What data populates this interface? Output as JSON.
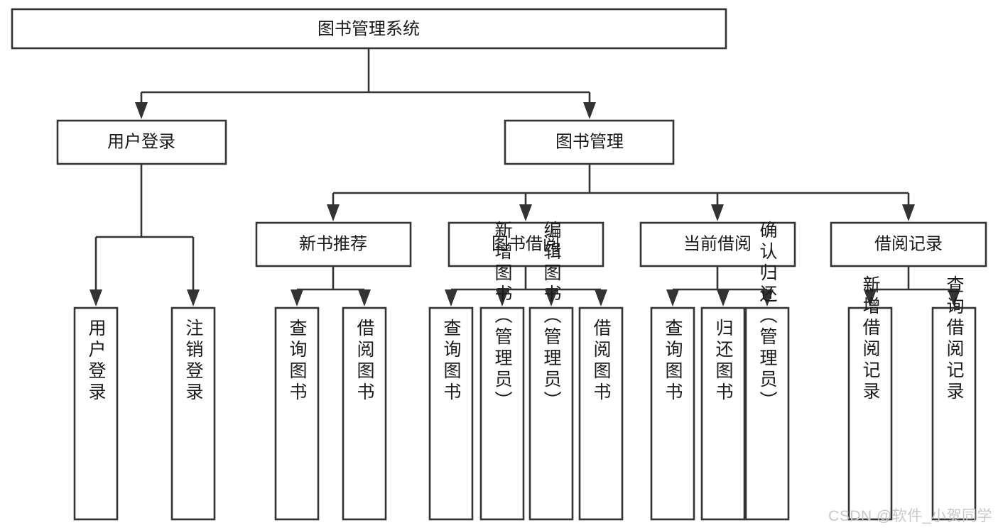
{
  "diagram": {
    "type": "tree-hierarchy",
    "title": "图书管理系统",
    "watermark": "CSDN @软件_小贺同学",
    "colors": {
      "stroke": "#333333",
      "fill": "#ffffff",
      "text": "#1a1a1a",
      "watermark": "#c8c8c8"
    },
    "levels": {
      "root": {
        "label": "图书管理系统",
        "orientation": "horizontal"
      },
      "level2": [
        {
          "label": "用户登录",
          "orientation": "horizontal"
        },
        {
          "label": "图书管理",
          "orientation": "horizontal"
        }
      ],
      "level3": [
        {
          "label": "新书推荐",
          "orientation": "horizontal",
          "parent": "图书管理"
        },
        {
          "label": "图书借阅",
          "orientation": "horizontal",
          "parent": "图书管理"
        },
        {
          "label": "当前借阅",
          "orientation": "horizontal",
          "parent": "图书管理"
        },
        {
          "label": "借阅记录",
          "orientation": "horizontal",
          "parent": "图书管理"
        }
      ],
      "leaves": [
        {
          "label": "用户登录",
          "orientation": "vertical",
          "parent": "用户登录",
          "align": "middle"
        },
        {
          "label": "注销登录",
          "orientation": "vertical",
          "parent": "用户登录",
          "align": "middle"
        },
        {
          "label": "查询图书",
          "orientation": "vertical",
          "parent": "新书推荐",
          "align": "middle"
        },
        {
          "label": "借阅图书",
          "orientation": "vertical",
          "parent": "新书推荐",
          "align": "middle"
        },
        {
          "label": "查询图书",
          "orientation": "vertical",
          "parent": "图书借阅",
          "align": "middle"
        },
        {
          "label": "新增图书（管理员）",
          "orientation": "vertical",
          "parent": "图书借阅",
          "align": "top"
        },
        {
          "label": "编辑图书（管理员）",
          "orientation": "vertical",
          "parent": "图书借阅",
          "align": "top"
        },
        {
          "label": "借阅图书",
          "orientation": "vertical",
          "parent": "图书借阅",
          "align": "middle"
        },
        {
          "label": "查询图书",
          "orientation": "vertical",
          "parent": "当前借阅",
          "align": "middle"
        },
        {
          "label": "归还图书",
          "orientation": "vertical",
          "parent": "当前借阅",
          "align": "middle"
        },
        {
          "label": "确认归还（管理员）",
          "orientation": "vertical",
          "parent": "当前借阅",
          "align": "top"
        },
        {
          "label": "新增借阅记录",
          "orientation": "vertical",
          "parent": "借阅记录",
          "align": "middle"
        },
        {
          "label": "查询借阅记录",
          "orientation": "vertical",
          "parent": "借阅记录",
          "align": "middle"
        }
      ]
    },
    "nodes": {
      "root": {
        "label": "图书管理系统"
      },
      "n_user_login": {
        "label": "用户登录"
      },
      "n_book_mgmt": {
        "label": "图书管理"
      },
      "n_new_book_rec": {
        "label": "新书推荐"
      },
      "n_book_borrow": {
        "label": "图书借阅"
      },
      "n_current_borrow": {
        "label": "当前借阅"
      },
      "n_borrow_record": {
        "label": "借阅记录"
      },
      "l_user_login": {
        "label": "用户登录"
      },
      "l_logout": {
        "label": "注销登录"
      },
      "l_query_book_1": {
        "label": "查询图书"
      },
      "l_borrow_book_1": {
        "label": "借阅图书"
      },
      "l_query_book_2": {
        "label": "查询图书"
      },
      "l_add_book_admin": {
        "label": "新增图书（管理员）"
      },
      "l_edit_book_admin": {
        "label": "编辑图书（管理员）"
      },
      "l_borrow_book_2": {
        "label": "借阅图书"
      },
      "l_query_book_3": {
        "label": "查询图书"
      },
      "l_return_book": {
        "label": "归还图书"
      },
      "l_confirm_return_admin": {
        "label": "确认归还（管理员）"
      },
      "l_add_record": {
        "label": "新增借阅记录"
      },
      "l_query_record": {
        "label": "查询借阅记录"
      }
    }
  }
}
